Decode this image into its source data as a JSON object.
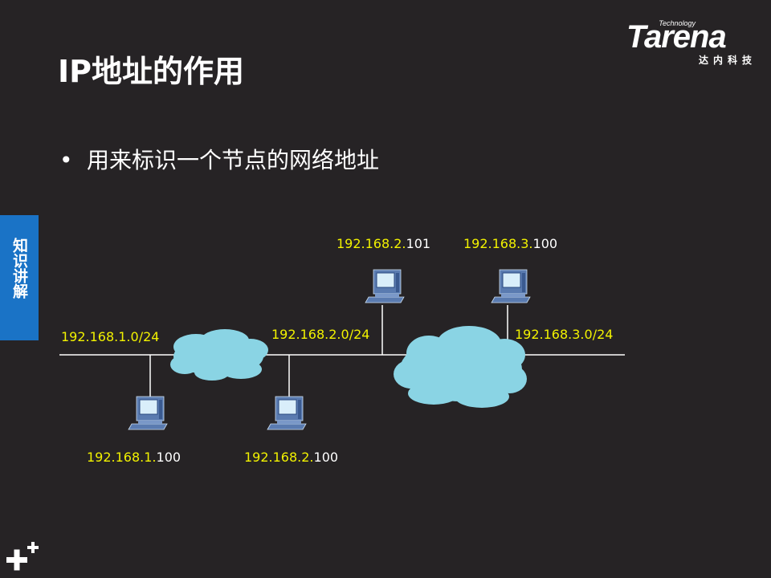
{
  "logo": {
    "tagline": "Technology",
    "wordmark": "Tarena",
    "subtitle": "达内科技"
  },
  "slide": {
    "title": "IP地址的作用",
    "bullets": [
      "用来标识一个节点的网络地址"
    ],
    "side_tab": "知识讲解"
  },
  "diagram": {
    "networks": [
      "192.168.1.0/24",
      "192.168.2.0/24",
      "192.168.3.0/24"
    ],
    "hosts": [
      {
        "prefix": "192.168.1.",
        "suffix": "100"
      },
      {
        "prefix": "192.168.2.",
        "suffix": "100"
      },
      {
        "prefix": "192.168.2.",
        "suffix": "101"
      },
      {
        "prefix": "192.168.3.",
        "suffix": "100"
      }
    ]
  },
  "colors": {
    "background": "#262325",
    "text": "#ffffff",
    "ip_highlight": "#f2f200",
    "tab_blue": "#1a73c6",
    "cloud": "#8ad4e4",
    "line": "#ffffff"
  }
}
